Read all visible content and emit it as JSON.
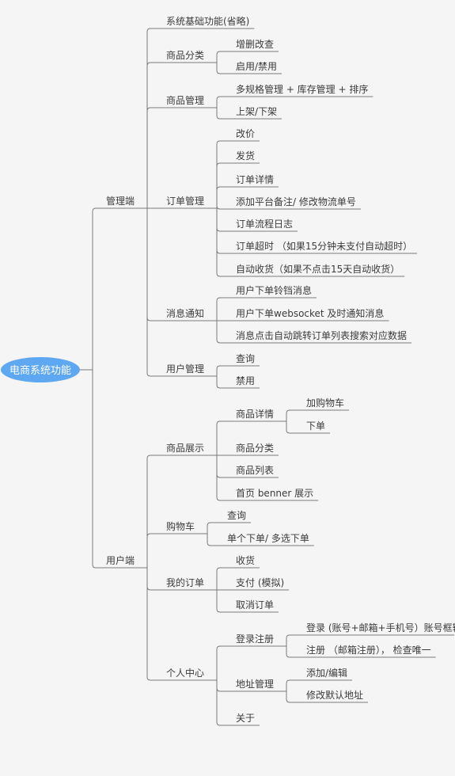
{
  "root": {
    "label": "电商系统功能",
    "color": "#5ea8f2",
    "children": [
      {
        "label": "管理端",
        "children": [
          {
            "label": "系统基础功能(省略)"
          },
          {
            "label": "商品分类",
            "children": [
              {
                "label": "增删改查"
              },
              {
                "label": "启用/禁用"
              }
            ]
          },
          {
            "label": "商品管理",
            "children": [
              {
                "label": "多规格管理 + 库存管理 + 排序"
              },
              {
                "label": "上架/下架"
              }
            ]
          },
          {
            "label": "订单管理",
            "children": [
              {
                "label": "改价"
              },
              {
                "label": "发货"
              },
              {
                "label": "订单详情"
              },
              {
                "label": "添加平台备注/ 修改物流单号"
              },
              {
                "label": "订单流程日志"
              },
              {
                "label": "订单超时 （如果15分钟未支付自动超时）"
              },
              {
                "label": "自动收货（如果不点击15天自动收货）"
              }
            ]
          },
          {
            "label": "消息通知",
            "children": [
              {
                "label": "用户下单铃铛消息"
              },
              {
                "label": "用户下单websocket 及时通知消息"
              },
              {
                "label": "消息点击自动跳转订单列表搜索对应数据"
              }
            ]
          },
          {
            "label": "用户管理",
            "children": [
              {
                "label": "查询"
              },
              {
                "label": "禁用"
              }
            ]
          }
        ]
      },
      {
        "label": "用户端",
        "children": [
          {
            "label": "商品展示",
            "children": [
              {
                "label": "商品详情",
                "children": [
                  {
                    "label": "加购物车"
                  },
                  {
                    "label": "下单"
                  }
                ]
              },
              {
                "label": "商品分类"
              },
              {
                "label": "商品列表"
              },
              {
                "label": "首页 benner 展示"
              }
            ]
          },
          {
            "label": "购物车",
            "children": [
              {
                "label": "查询"
              },
              {
                "label": "单个下单/ 多选下单"
              }
            ]
          },
          {
            "label": "我的订单",
            "children": [
              {
                "label": "收货"
              },
              {
                "label": "支付 (模拟)"
              },
              {
                "label": "取消订单"
              }
            ]
          },
          {
            "label": "个人中心",
            "children": [
              {
                "label": "登录注册",
                "children": [
                  {
                    "label": "登录 (账号+邮箱+手机号）账号框输入"
                  },
                  {
                    "label": "注册 （邮箱注册）， 检查唯一"
                  }
                ]
              },
              {
                "label": "地址管理",
                "children": [
                  {
                    "label": "添加/编辑"
                  },
                  {
                    "label": "修改默认地址"
                  }
                ]
              },
              {
                "label": "关于"
              }
            ]
          }
        ]
      }
    ]
  }
}
